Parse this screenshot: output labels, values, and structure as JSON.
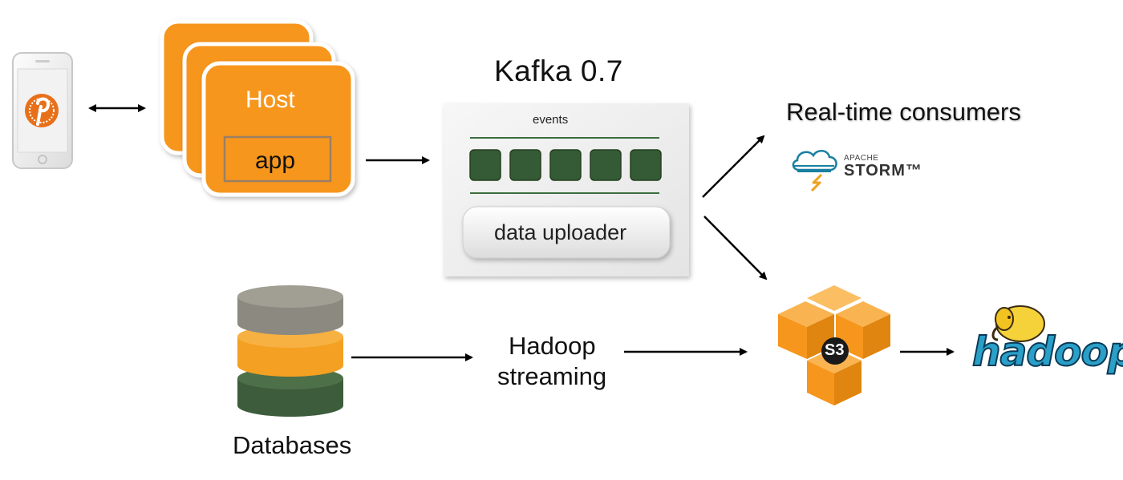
{
  "kafka": {
    "title": "Kafka  0.7",
    "events_label": "events",
    "uploader_label": "data uploader",
    "event_count": 5
  },
  "host": {
    "label": "Host",
    "app_label": "app"
  },
  "realtime": {
    "title": "Real-time consumers",
    "storm_small": "APACHE",
    "storm_big": "STORM™"
  },
  "streaming": {
    "line1": "Hadoop",
    "line2": "streaming"
  },
  "databases": {
    "label": "Databases"
  },
  "s3": {
    "label": "S3"
  },
  "hadoop": {
    "logo_text": "hadoop"
  },
  "colors": {
    "orange": "#f7961d",
    "dark_green": "#355a36",
    "db_gray": "#8c8980",
    "db_orange": "#f4a023",
    "db_green": "#3d5c3b",
    "pinterest_red": "#e8701a",
    "storm_blue": "#1a7fa0",
    "hadoop_blue": "#2aa0c8"
  },
  "icons": {
    "phone": "pinterest-phone-icon",
    "storm": "storm-cloud-icon",
    "s3": "aws-s3-icon",
    "hadoop": "hadoop-elephant-icon"
  }
}
